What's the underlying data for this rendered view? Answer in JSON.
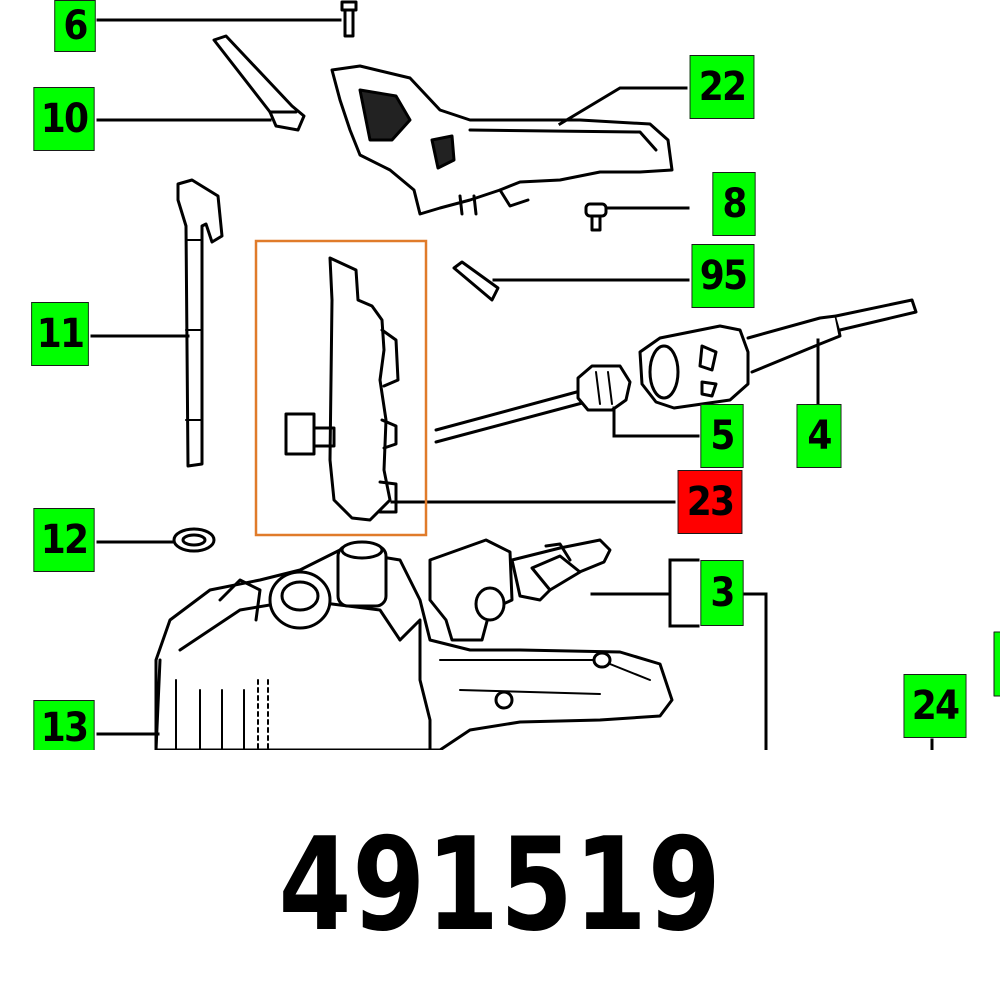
{
  "colors": {
    "label_green": "#00ff00",
    "label_red": "#ff0000",
    "highlight_box": "#e07b2a",
    "line": "#000000"
  },
  "callouts": [
    {
      "id": "6",
      "text": "6",
      "color": "green"
    },
    {
      "id": "10",
      "text": "10",
      "color": "green"
    },
    {
      "id": "22",
      "text": "22",
      "color": "green"
    },
    {
      "id": "8",
      "text": "8",
      "color": "green"
    },
    {
      "id": "95",
      "text": "95",
      "color": "green"
    },
    {
      "id": "11",
      "text": "11",
      "color": "green"
    },
    {
      "id": "5",
      "text": "5",
      "color": "green"
    },
    {
      "id": "4",
      "text": "4",
      "color": "green"
    },
    {
      "id": "23",
      "text": "23",
      "color": "red"
    },
    {
      "id": "12",
      "text": "12",
      "color": "green"
    },
    {
      "id": "3",
      "text": "3",
      "color": "green"
    },
    {
      "id": "13",
      "text": "13",
      "color": "green"
    },
    {
      "id": "24",
      "text": "24",
      "color": "green"
    }
  ],
  "part_number": "491519"
}
